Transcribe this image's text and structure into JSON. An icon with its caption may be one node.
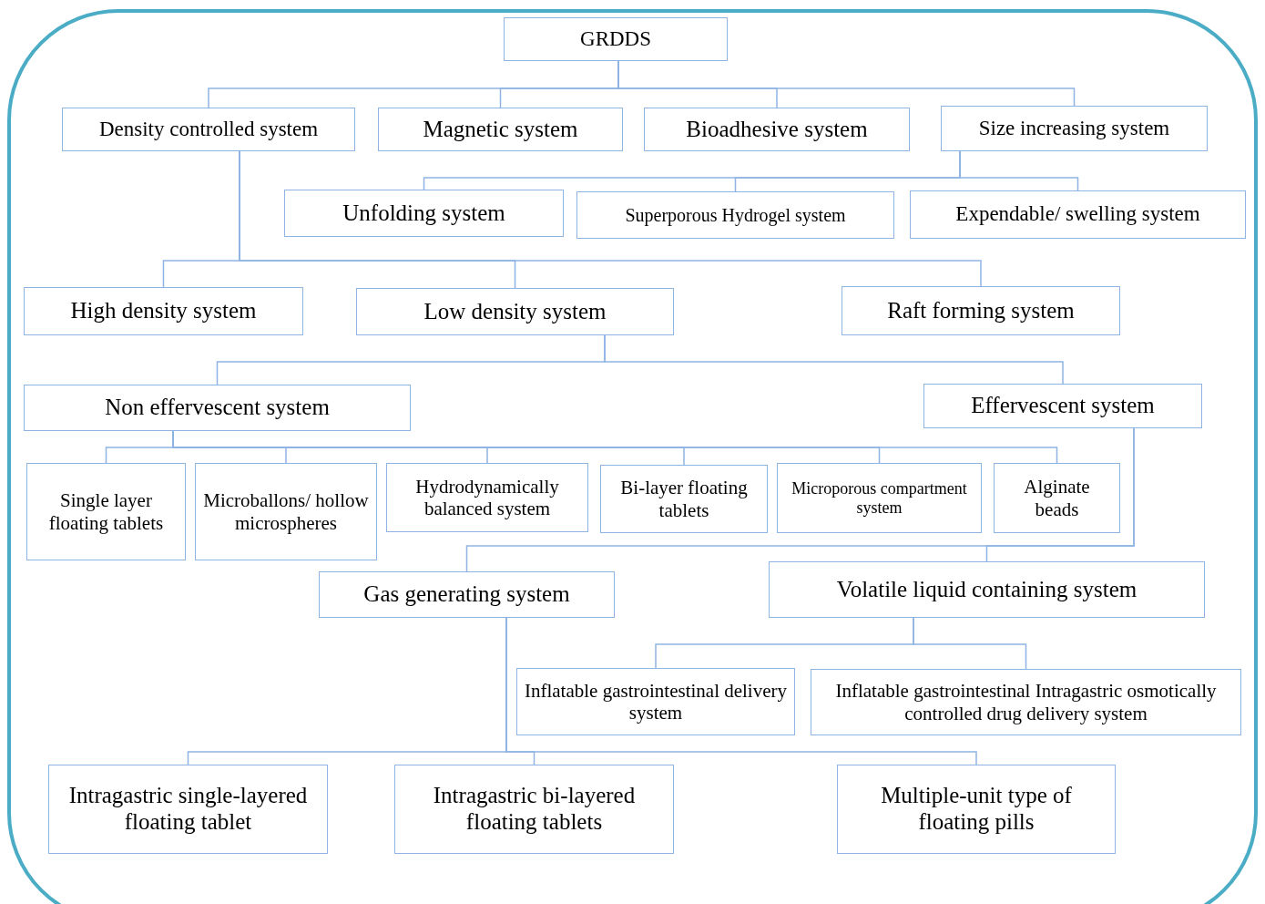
{
  "diagram": {
    "nodes": [
      {
        "text": [
          "GRDDS"
        ]
      },
      {
        "text": [
          "Density controlled system"
        ]
      },
      {
        "text": [
          "Magnetic system"
        ]
      },
      {
        "text": [
          "Bioadhesive system"
        ]
      },
      {
        "text": [
          "Size increasing system"
        ]
      },
      {
        "text": [
          "Unfolding system"
        ]
      },
      {
        "text": [
          "Superporous Hydrogel system"
        ]
      },
      {
        "text": [
          "Expendable/ swelling system"
        ]
      },
      {
        "text": [
          "High density system"
        ]
      },
      {
        "text": [
          "Low density system"
        ]
      },
      {
        "text": [
          "Raft forming system"
        ]
      },
      {
        "text": [
          "Non effervescent system"
        ]
      },
      {
        "text": [
          "Effervescent system"
        ]
      },
      {
        "text": [
          "Single layer floating tablets"
        ]
      },
      {
        "text": [
          "Microballons/ hollow microspheres"
        ]
      },
      {
        "text": [
          "Hydrodynamically balanced system"
        ]
      },
      {
        "text": [
          "Bi-layer floating tablets"
        ]
      },
      {
        "text": [
          "Microporous compartment system"
        ]
      },
      {
        "text": [
          "Alginate beads"
        ]
      },
      {
        "text": [
          "Gas generating system"
        ]
      },
      {
        "text": [
          "Volatile liquid containing system"
        ]
      },
      {
        "text": [
          "Inflatable gastrointestinal delivery system"
        ]
      },
      {
        "text": [
          "Inflatable gastrointestinal Intragastric osmotically controlled drug delivery system"
        ]
      },
      {
        "text": [
          "Intragastric single-layered floating tablet"
        ]
      },
      {
        "text": [
          "Intragastric bi-layered floating tablets"
        ]
      },
      {
        "text": [
          "Multiple-unit type of floating pills"
        ]
      }
    ],
    "edges": [
      {
        "from": 0,
        "to": 1,
        "arrow": "none"
      },
      {
        "from": 0,
        "to": 2,
        "arrow": "none"
      },
      {
        "from": 0,
        "to": 3,
        "arrow": "none"
      },
      {
        "from": 0,
        "to": 4,
        "arrow": "none"
      },
      {
        "from": 4,
        "to": 5,
        "arrow": "none"
      },
      {
        "from": 4,
        "to": 6,
        "arrow": "none"
      },
      {
        "from": 4,
        "to": 7,
        "arrow": "none"
      },
      {
        "from": 1,
        "to": 8,
        "arrow": "none"
      },
      {
        "from": 1,
        "to": 9,
        "arrow": "none"
      },
      {
        "from": 1,
        "to": 10,
        "arrow": "none"
      },
      {
        "from": 9,
        "to": 11,
        "arrow": "none"
      },
      {
        "from": 9,
        "to": 12,
        "arrow": "none"
      },
      {
        "from": 11,
        "to": 13,
        "arrow": "none"
      },
      {
        "from": 11,
        "to": 14,
        "arrow": "none"
      },
      {
        "from": 11,
        "to": 15,
        "arrow": "none"
      },
      {
        "from": 11,
        "to": 16,
        "arrow": "none"
      },
      {
        "from": 11,
        "to": 17,
        "arrow": "none"
      },
      {
        "from": 11,
        "to": 18,
        "arrow": "none"
      },
      {
        "from": 12,
        "to": 19,
        "arrow": "none"
      },
      {
        "from": 12,
        "to": 20,
        "arrow": "none"
      },
      {
        "from": 20,
        "to": 21,
        "arrow": "none"
      },
      {
        "from": 20,
        "to": 22,
        "arrow": "none"
      },
      {
        "from": 19,
        "to": 23,
        "arrow": "none"
      },
      {
        "from": 19,
        "to": 24,
        "arrow": "none"
      },
      {
        "from": 19,
        "to": 25,
        "arrow": "none"
      }
    ]
  }
}
